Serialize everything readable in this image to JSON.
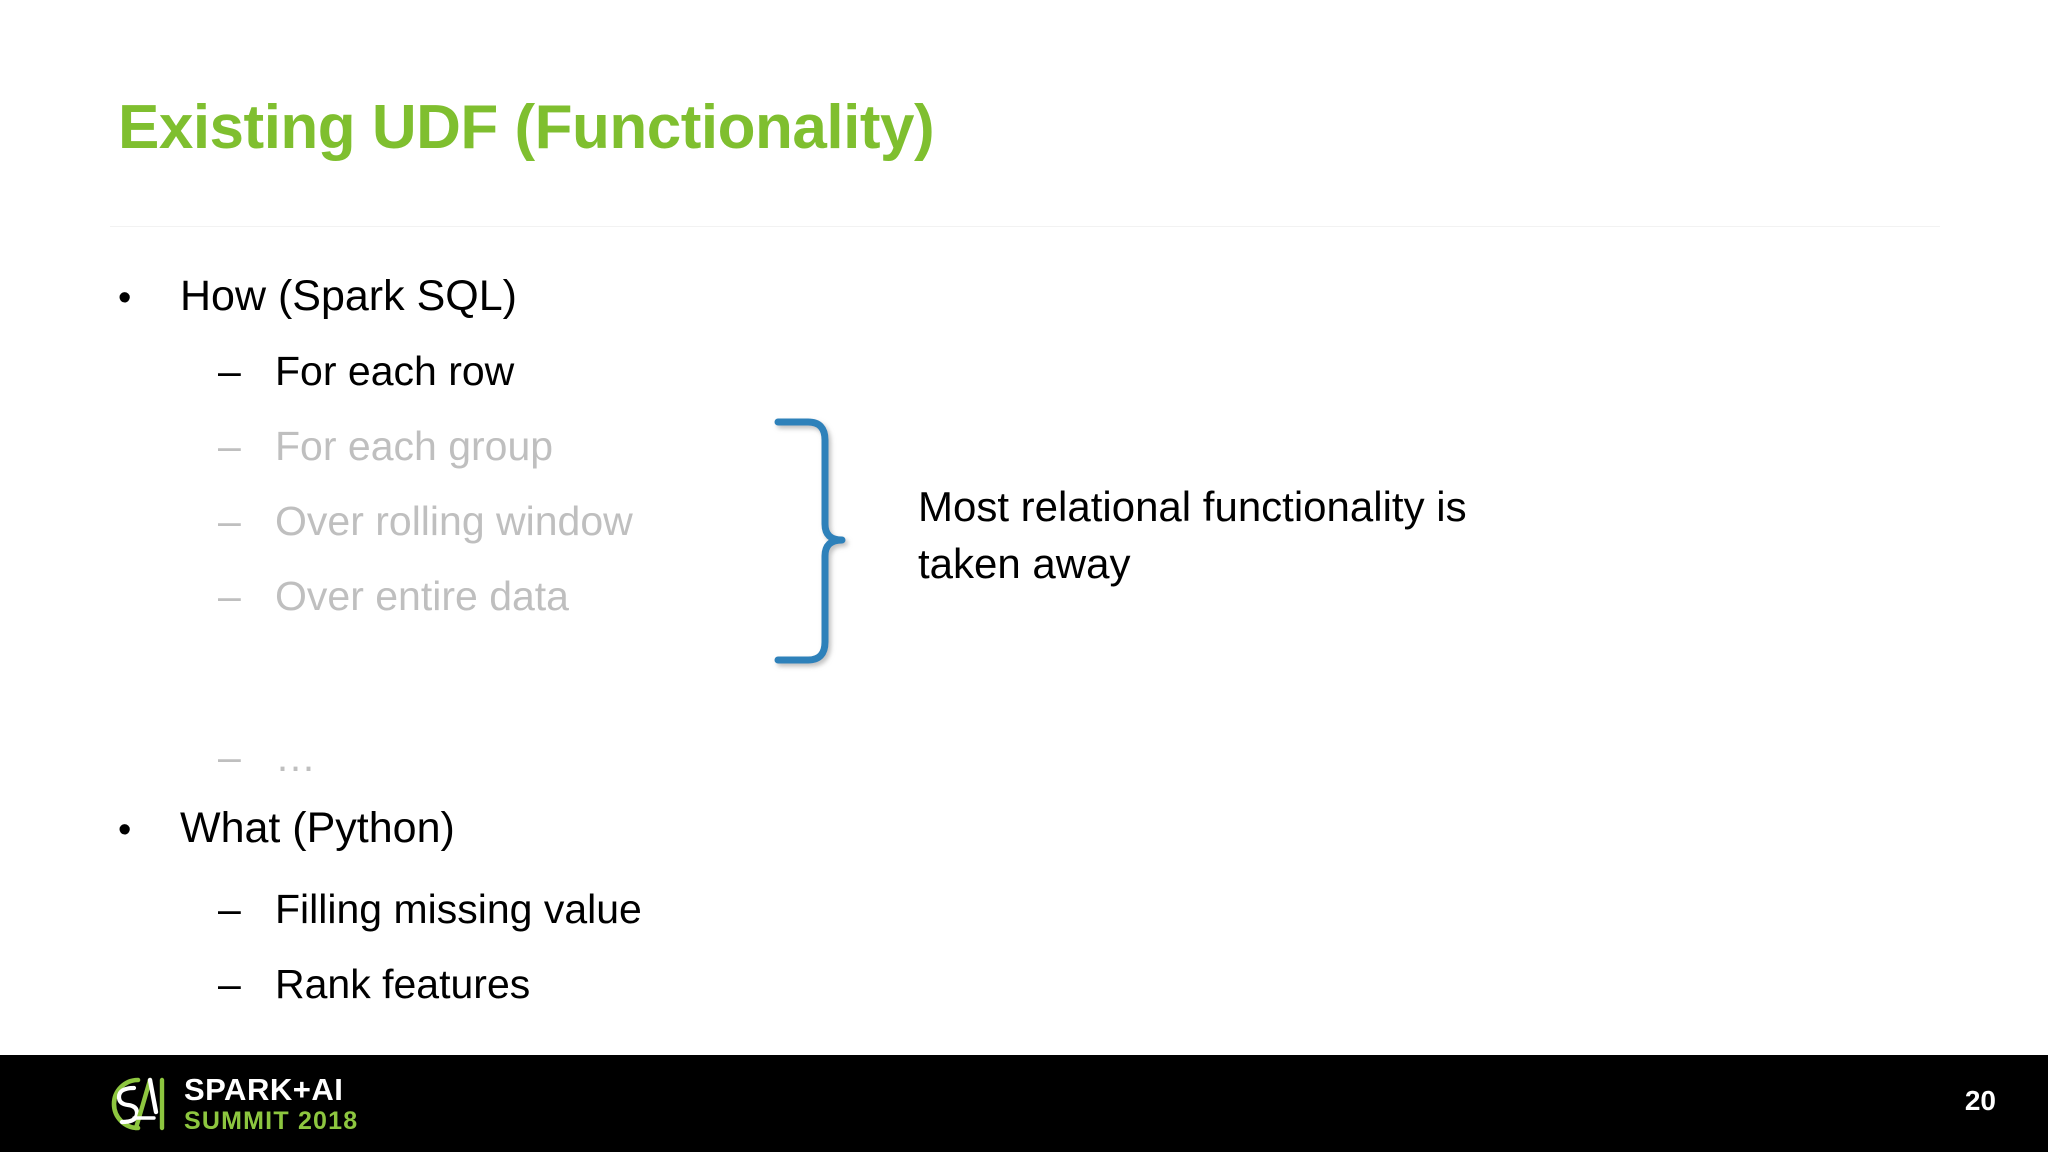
{
  "slide": {
    "title": "Existing UDF (Functionality)",
    "title_color": "#7fbf2f",
    "background_color": "#ffffff"
  },
  "outline": {
    "bullet_glyph": "•",
    "dash_glyph": "–",
    "items": [
      {
        "level": 1,
        "marker": "•",
        "text": "How (Spark SQL)",
        "muted": false
      },
      {
        "level": 2,
        "marker": "–",
        "text": "For each row",
        "muted": false
      },
      {
        "level": 2,
        "marker": "–",
        "text": "For each group",
        "muted": true
      },
      {
        "level": 2,
        "marker": "–",
        "text": "Over rolling window",
        "muted": true
      },
      {
        "level": 2,
        "marker": "–",
        "text": "Over entire data",
        "muted": true
      },
      {
        "level": 2,
        "marker": "–",
        "text": "…",
        "muted": true
      },
      {
        "level": 1,
        "marker": "•",
        "text": "What (Python)",
        "muted": false
      },
      {
        "level": 2,
        "marker": "–",
        "text": "Filling missing value",
        "muted": false
      },
      {
        "level": 2,
        "marker": "–",
        "text": "Rank features",
        "muted": false
      },
      {
        "level": 2,
        "marker": "–",
        "text": "…",
        "muted": false
      }
    ],
    "muted_color": "#bfbfbf",
    "text_color": "#000000"
  },
  "annotation": {
    "brace_color": "#2e81ba",
    "callout_line1": "Most relational functionality is",
    "callout_line2": "taken away"
  },
  "footer": {
    "background_color": "#000000",
    "logo_line1": "SPARK+AI",
    "logo_line2": "SUMMIT 2018",
    "logo_green": "#8dc63f",
    "page_number": "20"
  }
}
